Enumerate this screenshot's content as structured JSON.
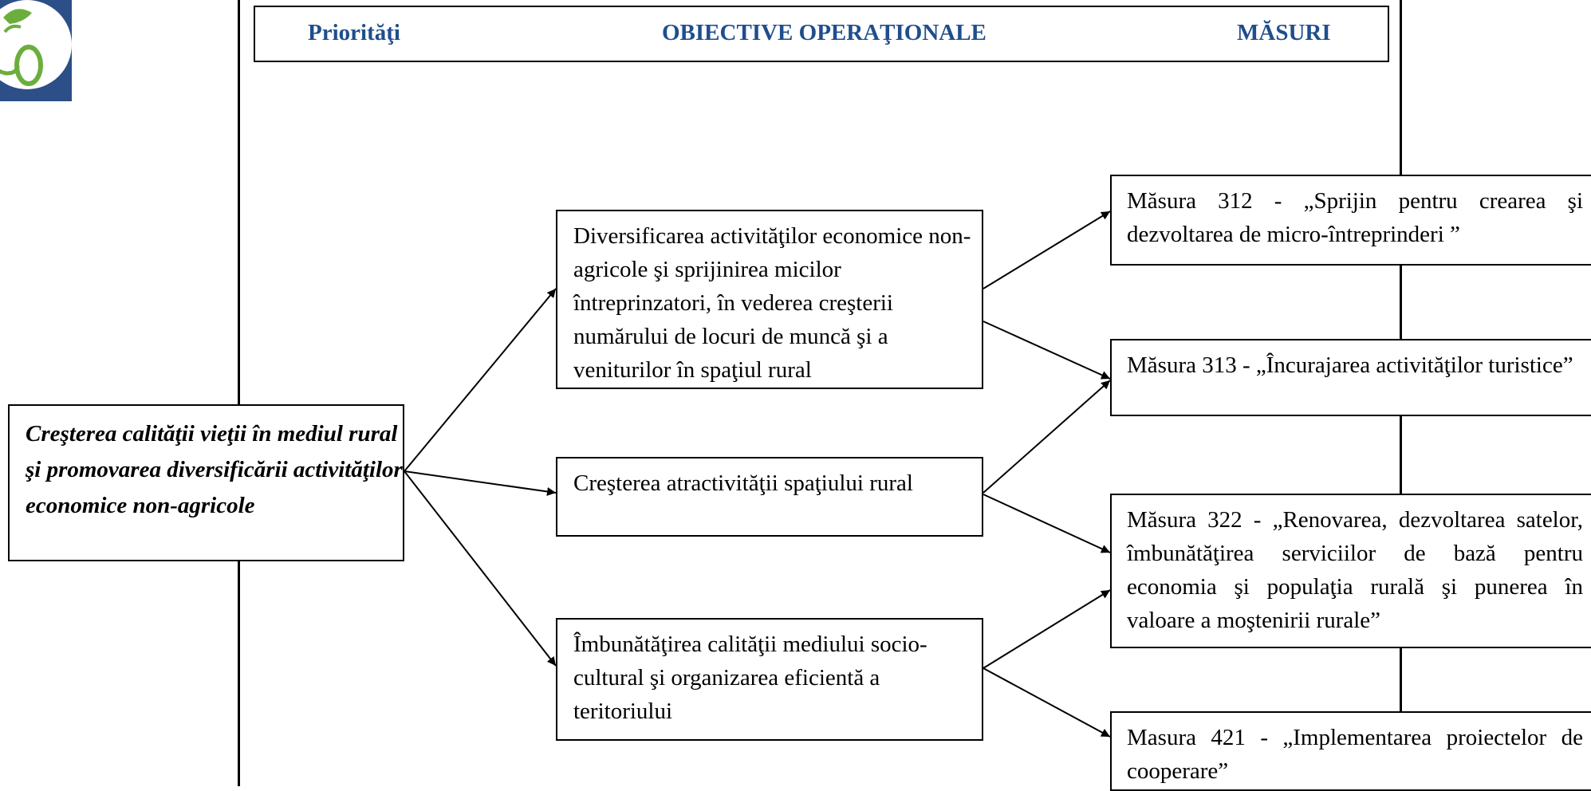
{
  "header": {
    "priorities_label": "Priorităţi",
    "objectives_label": "OBIECTIVE OPERAŢIONALE",
    "measures_label": "MĂSURI"
  },
  "colors": {
    "header_text": "#1f4e8c",
    "logo_background": "#2b4f86",
    "logo_symbol": "#6cae3e"
  },
  "priority": {
    "text": "Creşterea calităţii vieţii în mediul rural şi promovarea diversificării activităţilor economice non-agricole"
  },
  "objectives": [
    {
      "text": "Diversificarea activităţilor economice non-agricole şi sprijinirea micilor întreprinzatori, în vederea creşterii numărului de locuri de muncă şi a veniturilor în spaţiul rural"
    },
    {
      "text": "Creşterea atractivităţii spaţiului rural"
    },
    {
      "text": "Îmbunătăţirea calităţii mediului socio-cultural şi organizarea eficientă a teritoriului"
    }
  ],
  "measures": [
    {
      "text": "Măsura 312 - „Sprijin pentru crearea şi dezvoltarea de micro-întreprinderi ”"
    },
    {
      "text": "Măsura 313 - „Încurajarea activităţilor turistice”"
    },
    {
      "text": "Măsura 322 - „Renovarea, dezvoltarea satelor, îmbunătăţirea serviciilor de bază pentru economia şi populaţia rurală şi punerea în valoare a moştenirii rurale”"
    },
    {
      "text": "Masura 421 - „Implementarea proiectelor de cooperare”"
    }
  ],
  "connections": [
    {
      "from": "priority",
      "to": "objective-1"
    },
    {
      "from": "priority",
      "to": "objective-2"
    },
    {
      "from": "priority",
      "to": "objective-3"
    },
    {
      "from": "objective-1",
      "to": "measure-312"
    },
    {
      "from": "objective-1",
      "to": "measure-313"
    },
    {
      "from": "objective-2",
      "to": "measure-313"
    },
    {
      "from": "objective-2",
      "to": "measure-322"
    },
    {
      "from": "objective-3",
      "to": "measure-322"
    },
    {
      "from": "objective-3",
      "to": "measure-421"
    }
  ]
}
